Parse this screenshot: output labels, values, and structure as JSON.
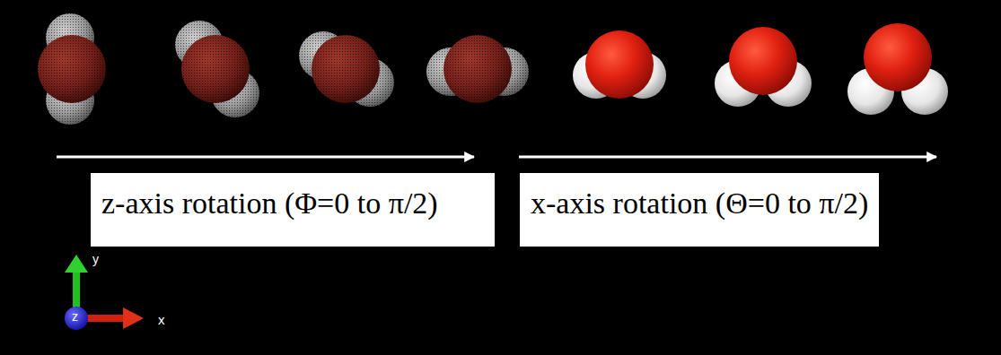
{
  "diagram": {
    "nodes": [
      {
        "text": [
          "z-axis rotation (Φ=0 to π/2)"
        ]
      },
      {
        "text": [
          "x-axis rotation (Θ=0 to π/2)"
        ]
      }
    ],
    "labels": [
      "y",
      "z",
      "x"
    ]
  }
}
